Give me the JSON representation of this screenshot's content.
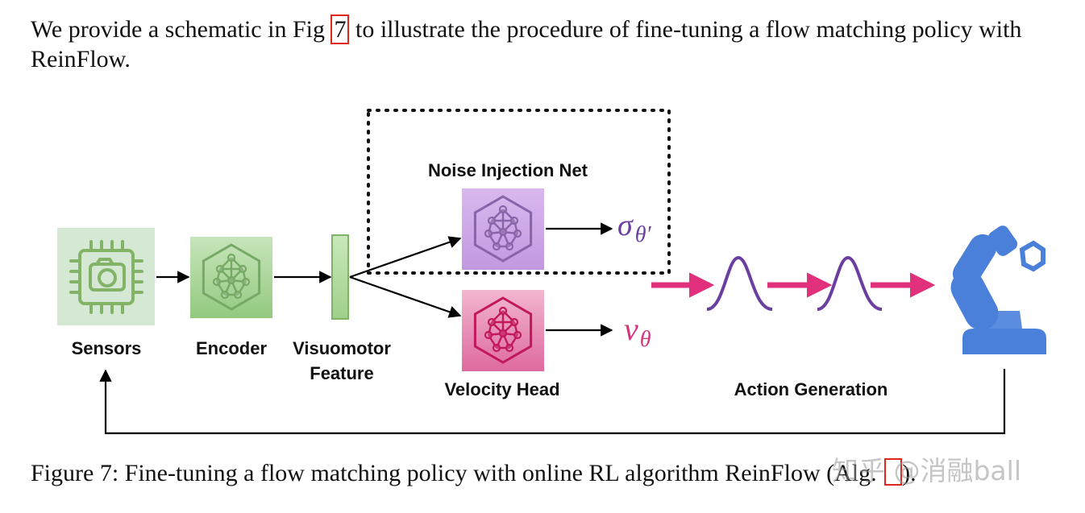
{
  "paragraph": {
    "before_ref": "We provide a schematic in Fig ",
    "ref": "7",
    "after_ref": " to illustrate the procedure of fine-tuning a flow matching policy with ReinFlow."
  },
  "diagram": {
    "labels": {
      "sensors": "Sensors",
      "encoder": "Encoder",
      "visuomotor_line1": "Visuomotor",
      "visuomotor_line2": "Feature",
      "noise_injection_net": "Noise Injection Net",
      "velocity_head": "Velocity Head",
      "action_generation": "Action Generation"
    },
    "sigma_symbol": "σ",
    "sigma_subscript": "θ′",
    "v_symbol": "v",
    "v_subscript": "θ",
    "colors": {
      "sensors_fill": "#d5e8d4",
      "sensors_icon": "#82b366",
      "encoder_fill": "#a9d59a",
      "feature_fill": "#b7dfa6",
      "noise_fill": "#cfa6e6",
      "velocity_fill": "#e67ba8",
      "sigma_color": "#6b3fa0",
      "v_color": "#d6337d",
      "flow_arrow": "#e2317c",
      "gaussian": "#6b3fa0",
      "robot": "#4a80d9"
    }
  },
  "caption": {
    "text_main": "Figure 7: Fine-tuning a flow matching policy with online RL algorithm ReinFlow (Alg. ",
    "text_end": ")."
  },
  "watermark": {
    "text": "知乎 @消融ball"
  }
}
